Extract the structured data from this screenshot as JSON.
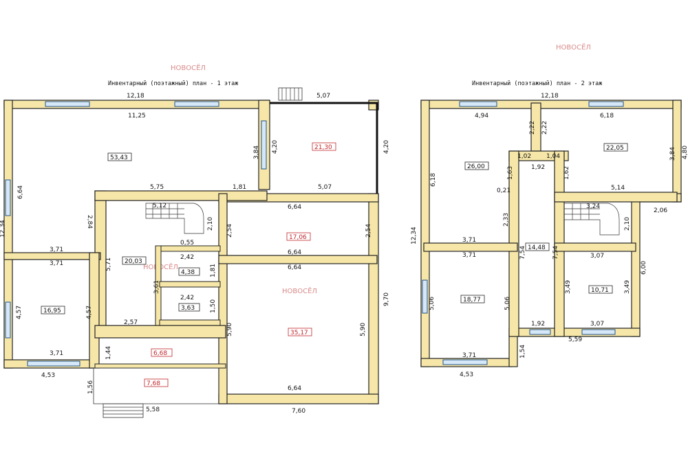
{
  "logo_text": "НОВОСЁЛ",
  "floor1": {
    "title": "Инвентарный (поэтажный) план - 1 этаж",
    "areas": {
      "r1": "53,43",
      "r2": "21,30",
      "r3": "17,06",
      "r4": "20,03",
      "r5": "4,38",
      "r6": "3,63",
      "r7": "16,95",
      "r8": "35,17",
      "r9": "6,68",
      "r10": "7,68"
    },
    "dims": {
      "top_total": "12,18",
      "top_ext": "5,07",
      "d1125": "11,25",
      "d384": "3,84",
      "d420a": "4,20",
      "d420b": "4,20",
      "d575": "5,75",
      "d181a": "1,81",
      "d507b": "5,07",
      "d664a": "6,64",
      "d664b": "6,64",
      "d664c": "6,64",
      "d664d": "6,64",
      "d254a": "2,54",
      "d254b": "2,54",
      "d512": "5,12",
      "d210": "2,10",
      "d055": "0,55",
      "d284": "2,84",
      "d664l": "6,64",
      "d371a": "3,71",
      "d371b": "3,71",
      "d371c": "3,71",
      "d571": "5,71",
      "d242a": "2,42",
      "d242b": "2,42",
      "d181b": "1,81",
      "d150": "1,50",
      "d361": "3,61",
      "d457a": "4,57",
      "d457b": "4,57",
      "d257": "2,57",
      "d590a": "5,90",
      "d590b": "5,90",
      "d970": "9,70",
      "d144": "1,44",
      "d453": "4,53",
      "d156": "1,56",
      "d558": "5,58",
      "d760": "7,60",
      "left_total": "12,34"
    }
  },
  "floor2": {
    "title": "Инвентарный (поэтажный) план - 2 этаж",
    "areas": {
      "r1": "26,00",
      "r2": "22,05",
      "r3": "14,48",
      "r4": "18,77",
      "r5": "10,71"
    },
    "dims": {
      "top_total": "12,18",
      "d494": "4,94",
      "d618a": "6,18",
      "d222a": "2,22",
      "d222b": "2,22",
      "d384": "3,84",
      "d480": "4,80",
      "d102": "1,02",
      "d104": "1,04",
      "d192a": "1,92",
      "d163": "1,63",
      "d162": "1,62",
      "d021": "0,21",
      "d618b": "6,18",
      "d514": "5,14",
      "d206": "2,06",
      "d324": "3,24",
      "d233": "2,33",
      "d210": "2,10",
      "d1234": "12,34",
      "d371a": "3,71",
      "d371b": "3,71",
      "d371c": "3,71",
      "d754a": "7,54",
      "d754b": "7,54",
      "d307a": "3,07",
      "d307b": "3,07",
      "d600": "6,00",
      "d349a": "3,49",
      "d349b": "3,49",
      "d506a": "5,06",
      "d506b": "5,06",
      "d192b": "1,92",
      "d559": "5,59",
      "d154": "1,54",
      "d453": "4,53"
    }
  },
  "colors": {
    "wall_fill": "#f6e7a8",
    "wall_stroke": "#222222",
    "window": "#d6e8f7",
    "area_highlight": "#c0262a",
    "logo": "#d98a8a"
  }
}
